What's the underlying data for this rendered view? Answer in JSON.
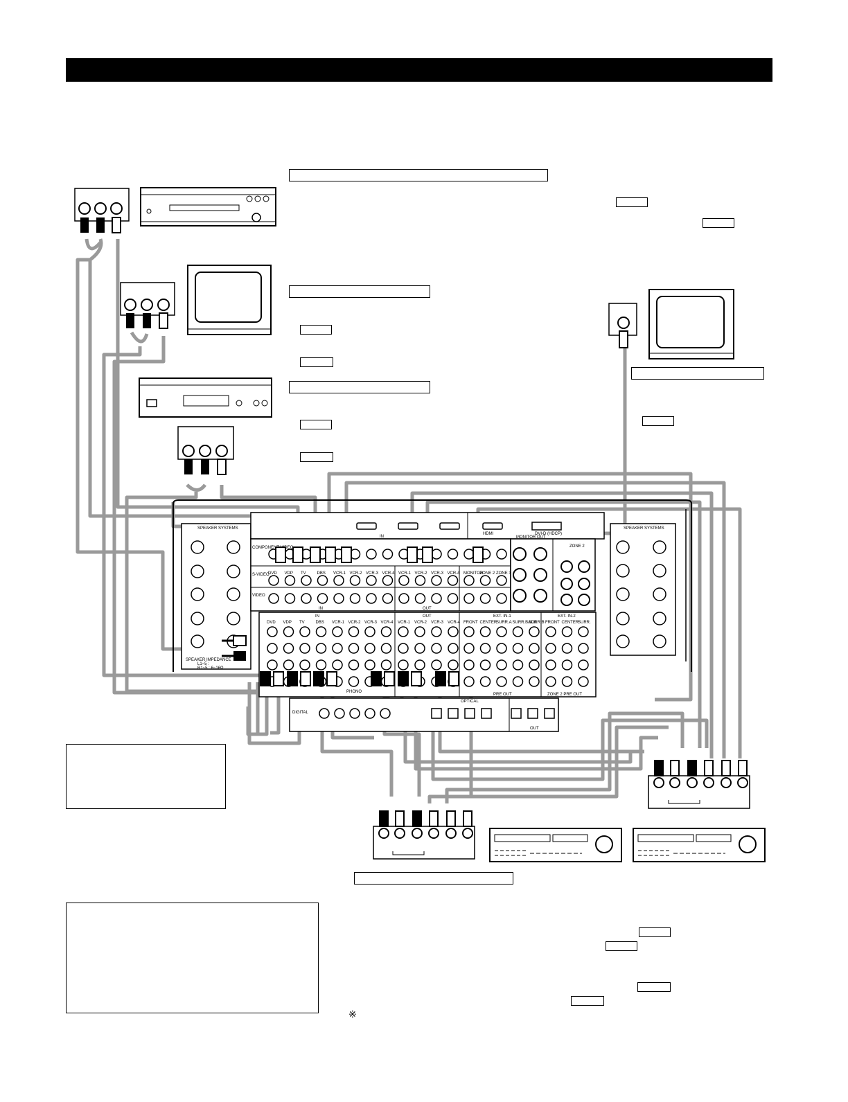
{
  "receiver": {
    "section_speaker_left": "SPEAKER SYSTEMS",
    "section_speaker_right": "SPEAKER SYSTEMS",
    "speaker_impedance": "SPEAKER IMPEDANCE",
    "impedance_line1": "L1~5 :",
    "impedance_line2": "R1~5 : 6~16Ω",
    "hdmi_label": "HDMI",
    "hdmi_in_label": "IN",
    "dvi_label": "DVI-D (HDCP)",
    "monitor_out": "MONITOR OUT",
    "component_video": "COMPONENT VIDEO",
    "s_video": "S-VIDEO",
    "video": "VIDEO",
    "in_label": "IN",
    "out_label": "OUT",
    "zone2_label": "ZONE 2",
    "video_inputs": [
      "DVD",
      "VDP",
      "TV",
      "DBS",
      "VCR-1",
      "VCR-2",
      "VCR-3",
      "VCR-4",
      "VCR-1",
      "VCR-2",
      "VCR-3",
      "VCR-4",
      "MONITOR",
      "ZONE 2",
      "ZONE 3"
    ],
    "audio_inputs": [
      "DVD",
      "VDP",
      "TV",
      "DBS",
      "VCR-1",
      "VCR-2",
      "VCR-3",
      "VCR-4"
    ],
    "audio_outputs": [
      "VCR-1",
      "VCR-2",
      "VCR-3",
      "VCR-4"
    ],
    "ext_in_1": "EXT. IN-1",
    "ext_in_2": "EXT. IN-2",
    "ext_in_1_cols": [
      "FRONT",
      "CENTER",
      "SURR.A",
      "SURR.BACK",
      "SURR.B"
    ],
    "ext_in_2_cols": [
      "FRONT",
      "CENTER",
      "SURR."
    ],
    "pre_out": "PRE OUT",
    "zone_pre_out": "ZONE 2 PRE OUT",
    "phono": "PHONO",
    "digital": "DIGITAL",
    "optical": "OPTICAL",
    "digital_out": "OUT"
  },
  "note_mark": "※"
}
